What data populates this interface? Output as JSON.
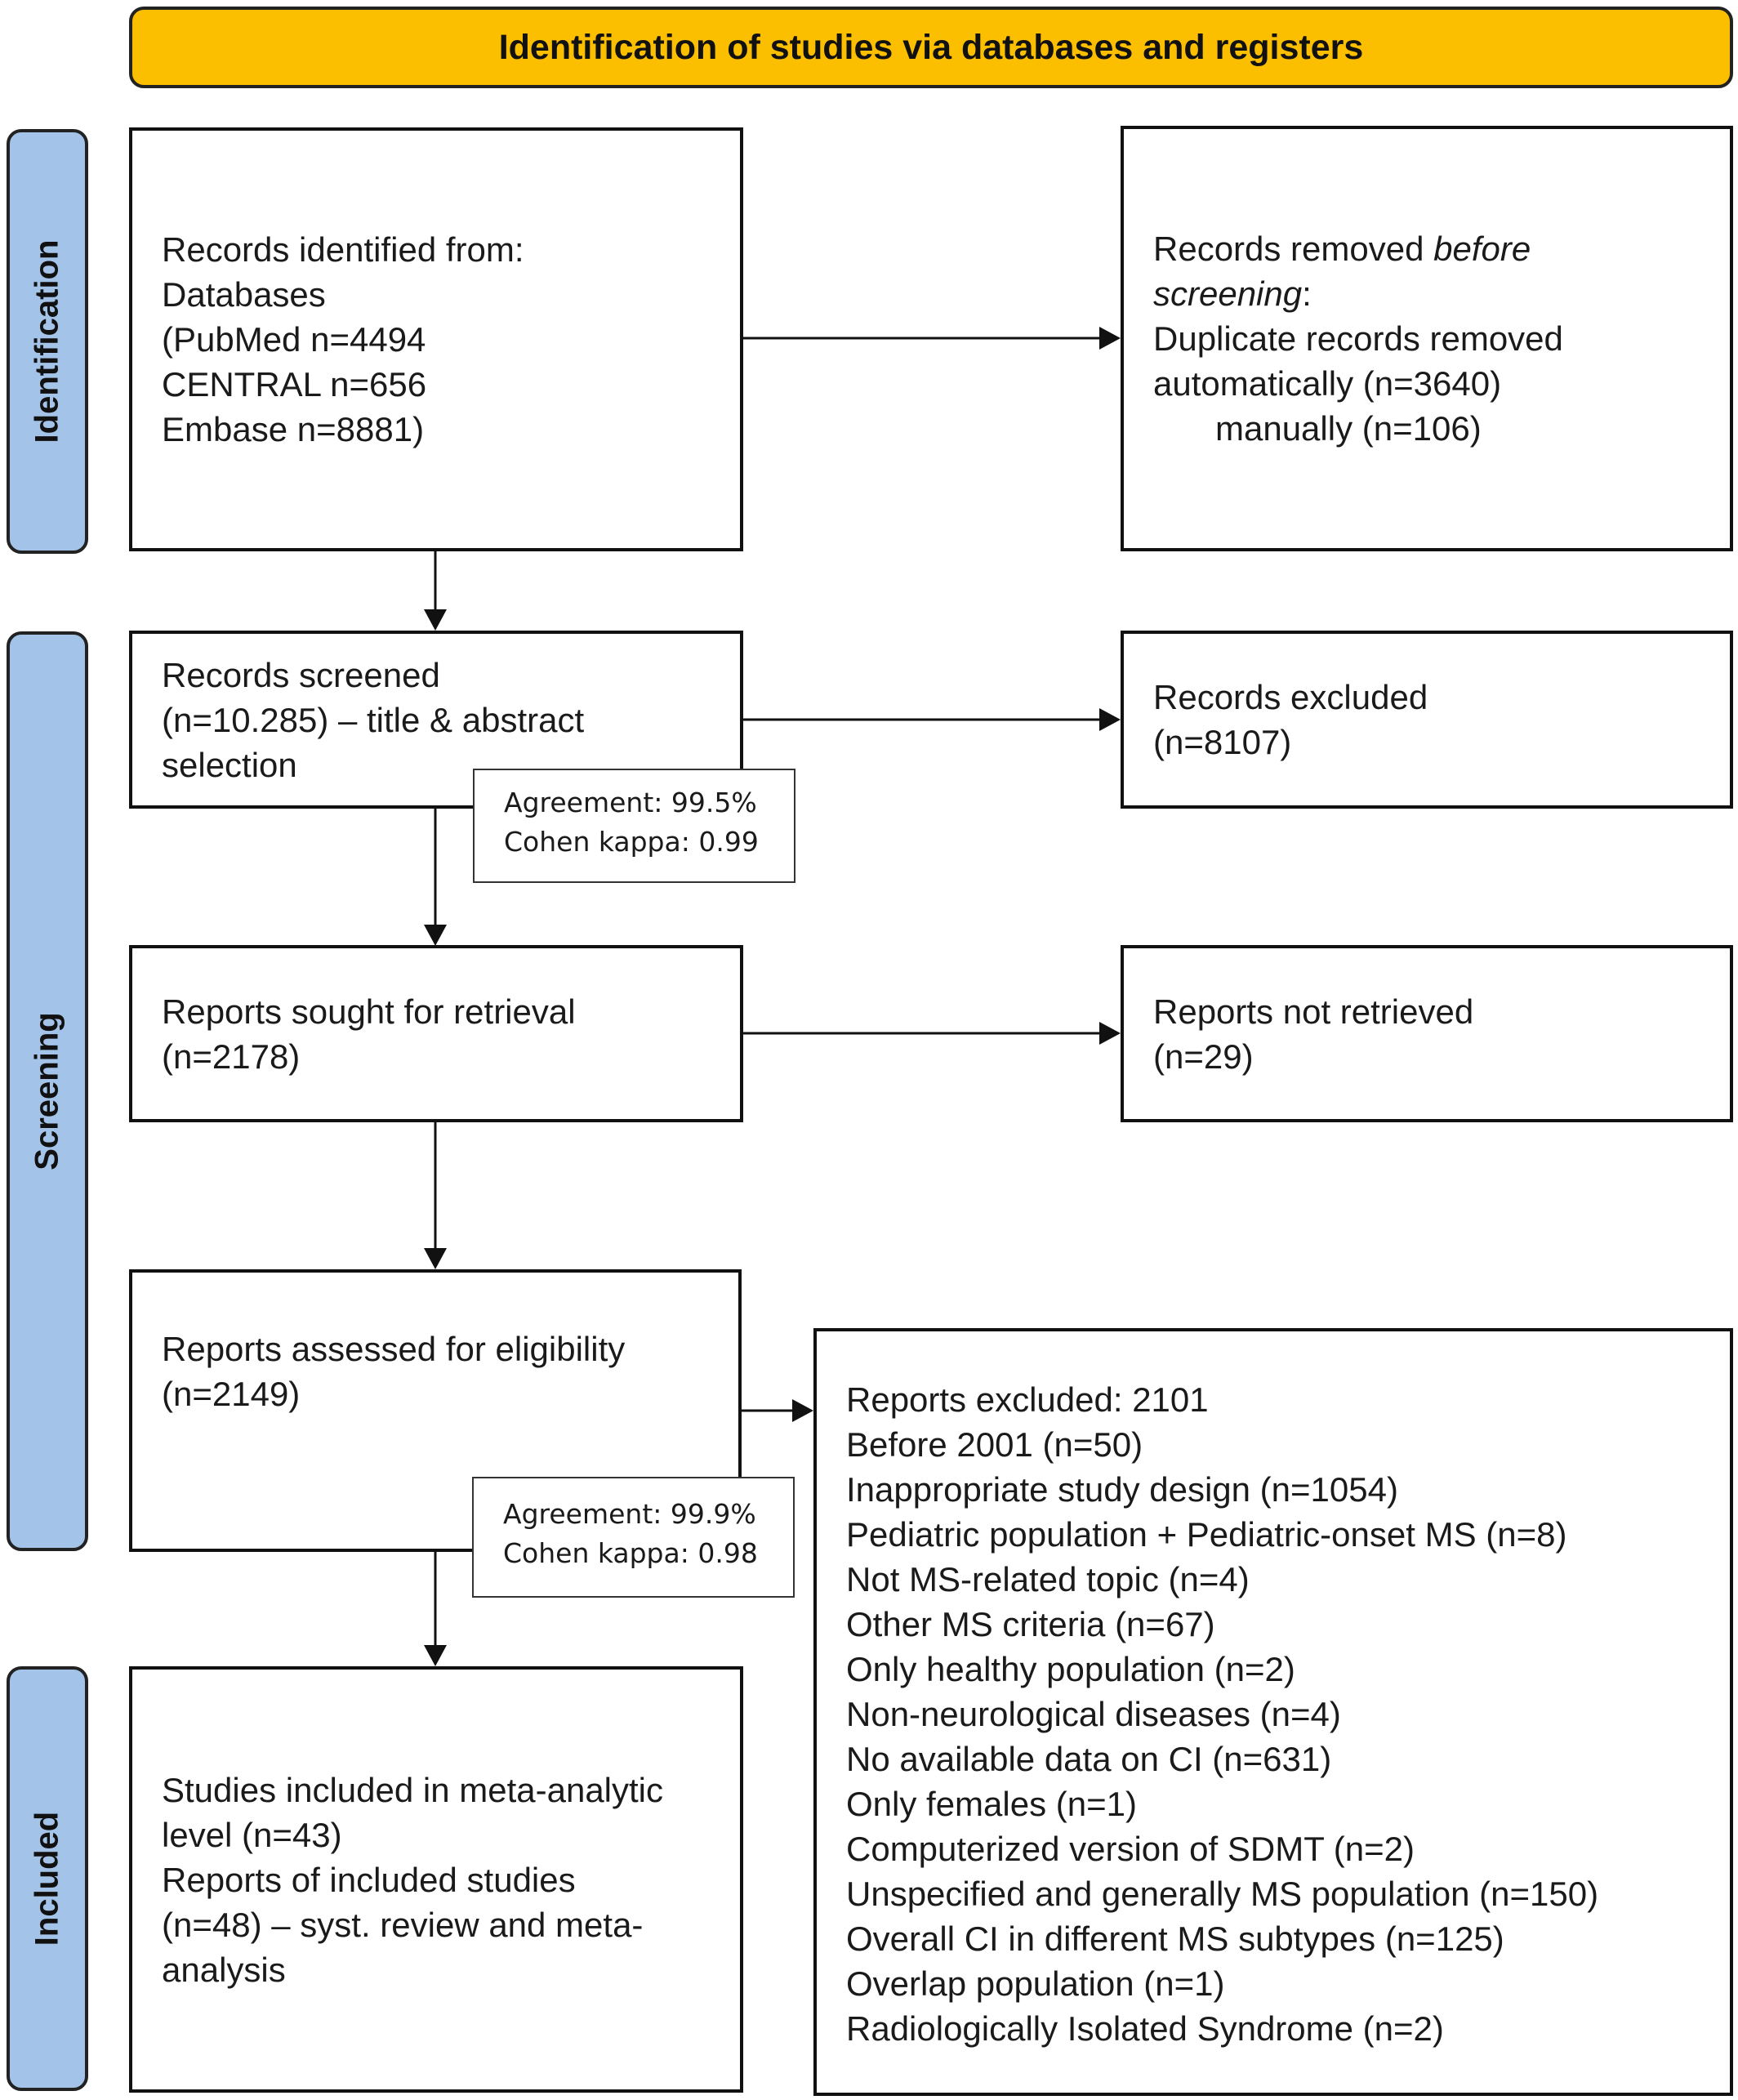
{
  "header": {
    "title": "Identification of studies via databases and registers"
  },
  "phases": {
    "identification": "Identification",
    "screening": "Screening",
    "included": "Included"
  },
  "boxes": {
    "records_identified": [
      "Records identified from:",
      "Databases",
      "(PubMed n=4494",
      "CENTRAL n=656",
      "Embase n=8881)"
    ],
    "records_removed": {
      "prefix": "Records removed ",
      "italic1": "before",
      "italic2": "screening",
      "suffix": ":",
      "lines": [
        "Duplicate records removed",
        "automatically (n=3640)",
        "manually (n=106)"
      ]
    },
    "records_screened": [
      "Records screened",
      "(n=10.285) – title & abstract",
      "selection"
    ],
    "records_excluded": [
      "Records excluded",
      "(n=8107)"
    ],
    "reports_sought": [
      "Reports sought for retrieval",
      "(n=2178)"
    ],
    "reports_not_retrieved": [
      "Reports not retrieved",
      "(n=29)"
    ],
    "reports_assessed": [
      "Reports assessed for eligibility",
      "(n=2149)"
    ],
    "studies_included": [
      "Studies included in meta-analytic",
      "level (n=43)",
      "Reports of included studies",
      "(n=48) – syst. review and meta-",
      "analysis"
    ]
  },
  "agreements": {
    "screening": [
      "Agreement: 99.5%",
      "Cohen kappa: 0.99"
    ],
    "eligibility": [
      "Agreement: 99.9%",
      "Cohen kappa: 0.98"
    ]
  },
  "reports_excluded": {
    "title": "Reports excluded: 2101",
    "items": [
      "Before 2001 (n=50)",
      "Inappropriate study design (n=1054)",
      "Pediatric population + Pediatric-onset MS (n=8)",
      "Not MS-related topic (n=4)",
      "Other MS criteria (n=67)",
      "Only healthy population (n=2)",
      "Non-neurological diseases (n=4)",
      "No available data on CI (n=631)",
      "Only females (n=1)",
      "Computerized version of SDMT (n=2)",
      "Unspecified and generally MS population (n=150)",
      "Overall CI in different MS subtypes (n=125)",
      "Overlap population (n=1)",
      "Radiologically Isolated Syndrome (n=2)"
    ]
  },
  "colors": {
    "header": "#fbbf00",
    "phase": "#a3c4e8",
    "border": "#111111"
  }
}
